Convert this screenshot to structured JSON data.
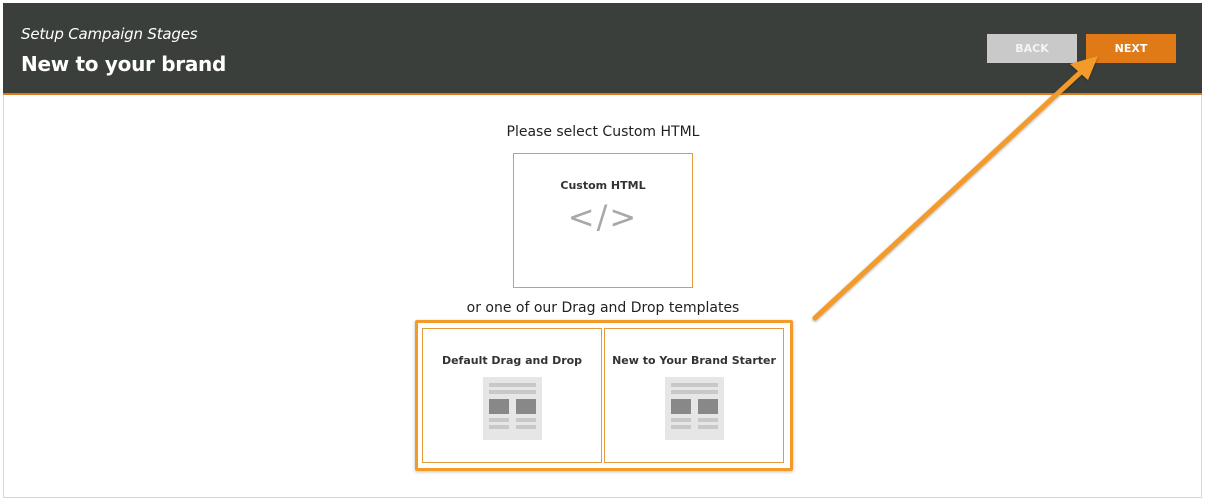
{
  "header": {
    "subtitle": "Setup Campaign Stages",
    "title": "New to your brand",
    "back_label": "BACK",
    "next_label": "NEXT"
  },
  "main": {
    "prompt_custom": "Please select Custom HTML",
    "custom_html_card": {
      "label": "Custom HTML",
      "icon": "</>"
    },
    "prompt_templates": "or one of our Drag and Drop templates",
    "templates": [
      {
        "label": "Default Drag and Drop",
        "icon": "template-layout-icon"
      },
      {
        "label": "New to Your Brand Starter",
        "icon": "template-layout-icon"
      }
    ]
  },
  "colors": {
    "header_bg": "#3b3f3b",
    "accent": "#e07a16",
    "highlight": "#f39b29",
    "back_button": "#c9c9c9"
  }
}
